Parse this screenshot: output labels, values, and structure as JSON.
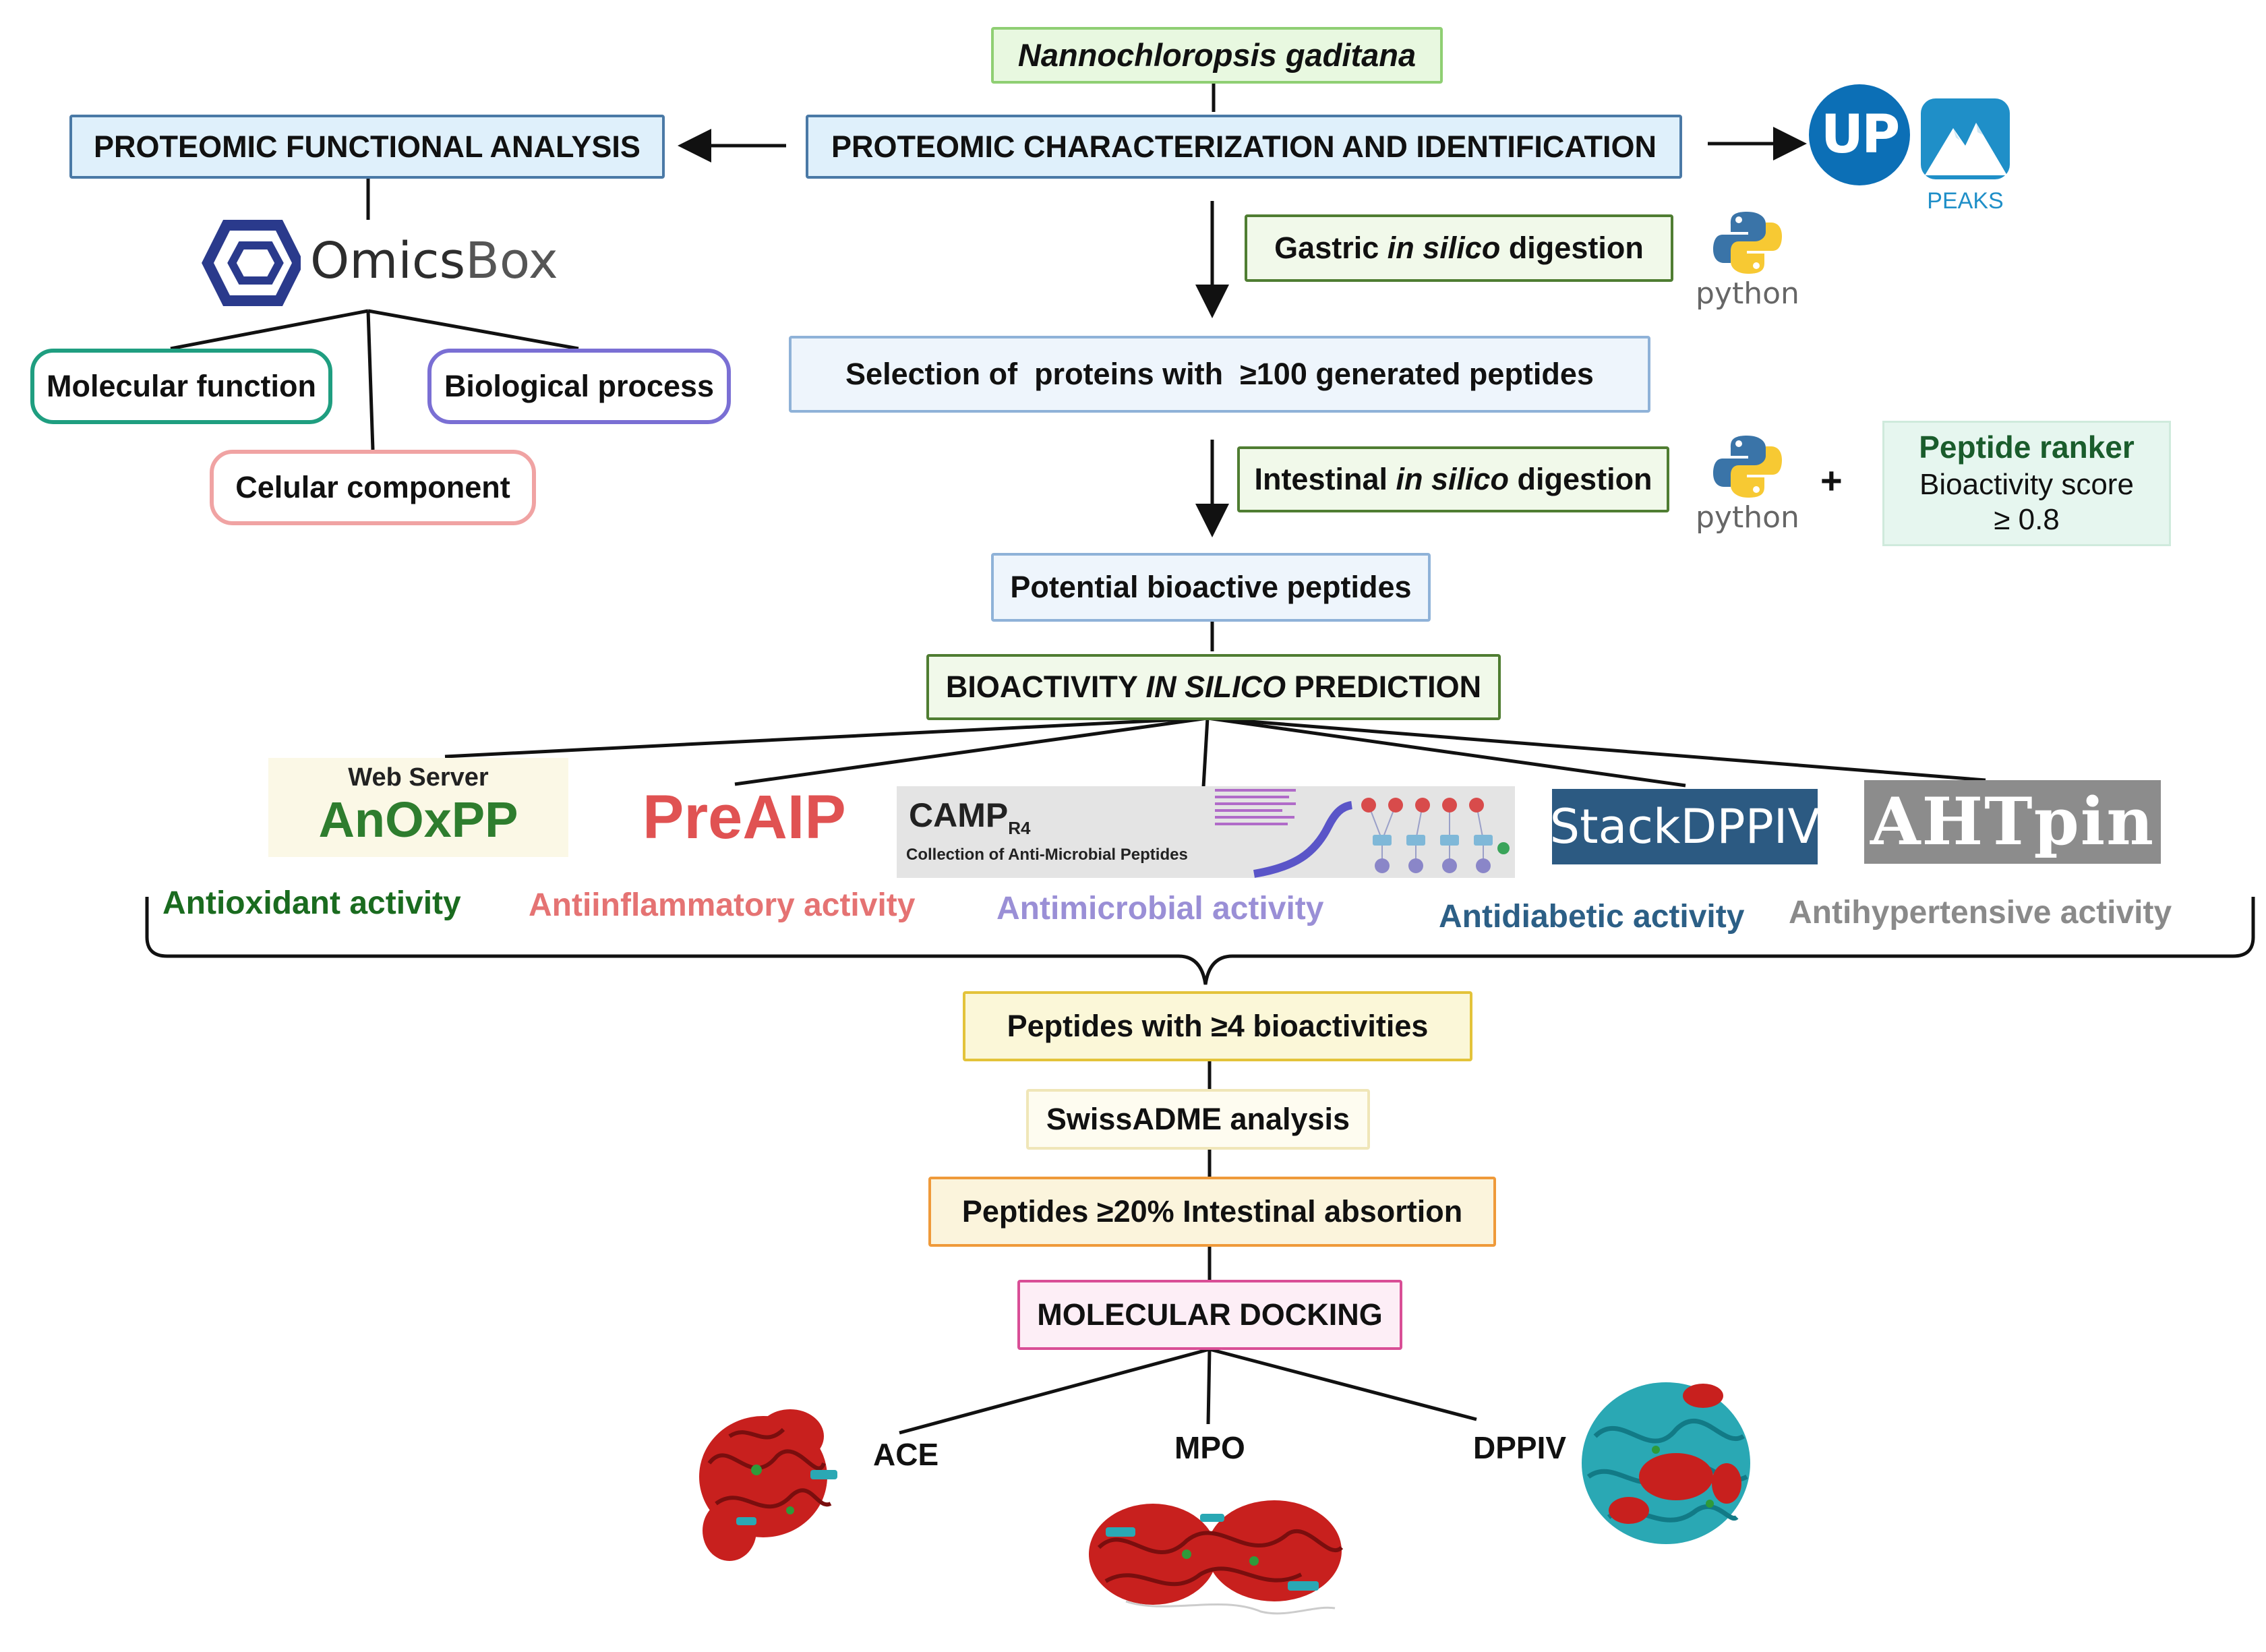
{
  "title": "Nannochloropsis gaditana",
  "functional": {
    "header": "PROTEOMIC FUNCTIONAL ANALYSIS",
    "tool": {
      "part1": "Omics",
      "part2": "Box"
    },
    "categories": {
      "molecular": "Molecular function",
      "biological": "Biological process",
      "cellular": "Celular component"
    }
  },
  "characterization": {
    "header": "PROTEOMIC CHARACTERIZATION AND IDENTIFICATION",
    "tools": {
      "uniprot": "UP",
      "peaks": "PEAKS"
    }
  },
  "gastric": {
    "pre": "Gastric ",
    "italic": "in silico",
    "post": " digestion"
  },
  "python_label": "python",
  "selection": "Selection of  proteins with  ≥100 generated peptides",
  "intestinal": {
    "pre": "Intestinal ",
    "italic": "in silico",
    "post": " digestion"
  },
  "plus": "+",
  "ranker": {
    "line1": "Peptide ranker",
    "line2": "Bioactivity score",
    "line3": "≥ 0.8"
  },
  "potential": "Potential bioactive peptides",
  "prediction": {
    "pre": "BIOACTIVITY ",
    "italic": "IN SILICO",
    "post": " PREDICTION"
  },
  "servers": {
    "anoxpp": {
      "top": "Web Server",
      "name": "AnOxPP"
    },
    "preaip": "PreAIP",
    "camp": {
      "name": "CAMP",
      "sub": "R4",
      "caption": "Collection of Anti-Microbial Peptides"
    },
    "stackdppiv": "StackDPPIV",
    "ahtpin": "AHTpin"
  },
  "activities": [
    {
      "label": "Antioxidant activity",
      "color": "#1a6b1f"
    },
    {
      "label": "Antiinflammatory activity",
      "color": "#e57373"
    },
    {
      "label": "Antimicrobial activity",
      "color": "#9a8fd6"
    },
    {
      "label": "Antidiabetic activity",
      "color": "#2c5f86"
    },
    {
      "label": "Antihypertensive activity",
      "color": "#8a8a8a"
    }
  ],
  "multi": "Peptides with ≥4 bioactivities",
  "swissadme": "SwissADME analysis",
  "absorption": "Peptides ≥20% Intestinal absortion",
  "docking": "MOLECULAR DOCKING",
  "targets": {
    "ace": "ACE",
    "mpo": "MPO",
    "dppiv": "DPPIV"
  }
}
